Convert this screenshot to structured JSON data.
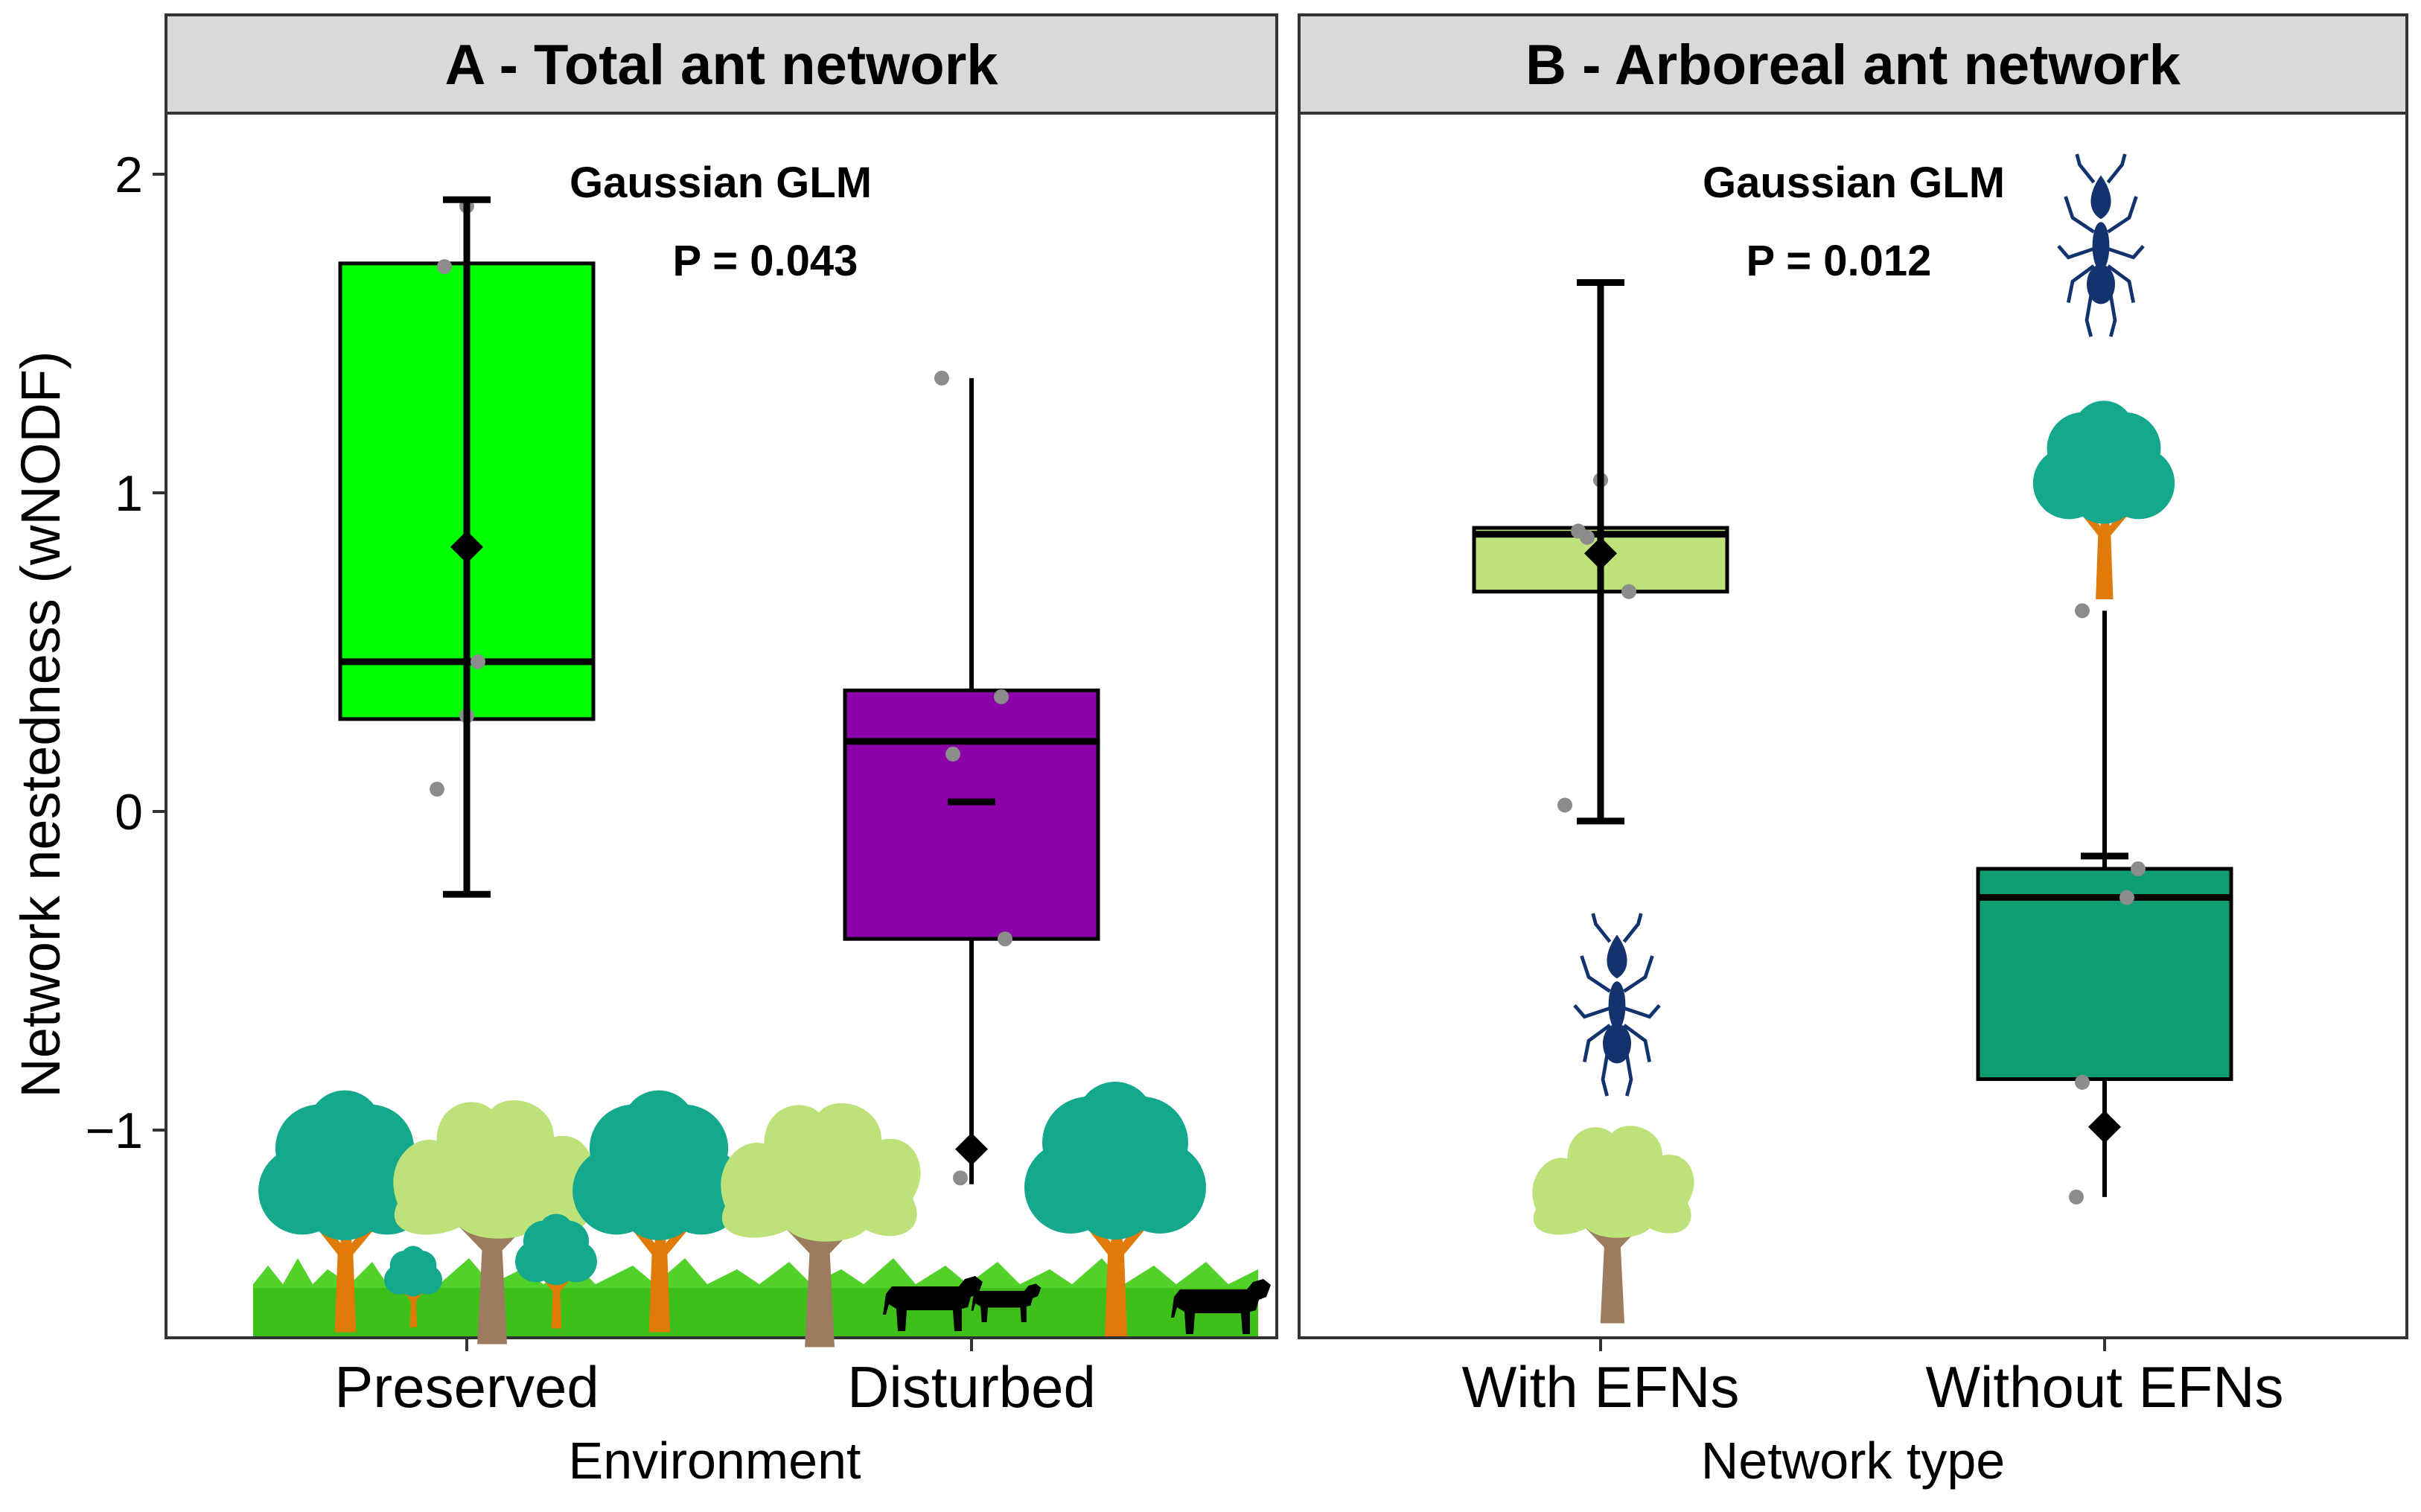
{
  "y_axis_label": "Network nestedness (wNODF)",
  "chart_data": [
    {
      "type": "box",
      "panel": "A - Total ant network",
      "xlabel": "Environment",
      "ylabel": "Network nestedness (wNODF)",
      "ylim": [
        -1.65,
        2.2
      ],
      "yticks": [
        -1,
        0,
        1,
        2
      ],
      "ytick_labels": [
        "−1",
        "0",
        "1",
        "2"
      ],
      "grid": false,
      "annotation": {
        "method": "Gaussian GLM",
        "p_value": "P = 0.043"
      },
      "categories": [
        "Preserved",
        "Disturbed"
      ],
      "boxes": [
        {
          "category": "Preserved",
          "fill": "#00ff00",
          "q1": 0.29,
          "median": 0.47,
          "q3": 1.72,
          "whisker_low": null,
          "whisker_high": null,
          "mean": 0.83,
          "error_bar": {
            "low": -0.26,
            "high": 1.92
          },
          "points": [
            1.71,
            0.47,
            0.3,
            0.07,
            1.9
          ]
        },
        {
          "category": "Disturbed",
          "fill": "#8b00a8",
          "q1": -0.4,
          "median": 0.22,
          "q3": 0.38,
          "whisker_low": -1.17,
          "whisker_high": 1.36,
          "mean": -1.06,
          "error_bar": {
            "low": 0.03,
            "high": 0.03
          },
          "points": [
            1.36,
            0.36,
            0.18,
            -0.4,
            -1.15
          ]
        }
      ],
      "illustrations": [
        "tree-icon",
        "bush-icon",
        "grass-icon",
        "cow-icon"
      ]
    },
    {
      "type": "box",
      "panel": "B - Arboreal ant network",
      "xlabel": "Network type",
      "ylabel": "Network nestedness (wNODF)",
      "ylim": [
        -1.65,
        2.2
      ],
      "yticks": [
        -1,
        0,
        1,
        2
      ],
      "grid": false,
      "annotation": {
        "method": "Gaussian GLM",
        "p_value": "P = 0.012"
      },
      "categories": [
        "With EFNs",
        "Without EFNs"
      ],
      "boxes": [
        {
          "category": "With EFNs",
          "fill": "#bde27a",
          "q1": 0.69,
          "median": 0.87,
          "q3": 0.89,
          "whisker_low": null,
          "whisker_high": null,
          "mean": 0.81,
          "error_bar": {
            "low": -0.03,
            "high": 1.66
          },
          "points": [
            1.04,
            0.88,
            0.86,
            0.69,
            0.02
          ]
        },
        {
          "category": "Without EFNs",
          "fill": "#0e9e72",
          "q1": -0.84,
          "median": -0.27,
          "q3": -0.18,
          "whisker_low": -1.21,
          "whisker_high": 0.63,
          "mean": -0.99,
          "error_bar": {
            "low": -0.14,
            "high": -0.14
          },
          "points": [
            0.63,
            -0.18,
            -0.27,
            -0.85,
            -1.21
          ]
        }
      ],
      "illustrations": [
        "ant-icon",
        "tree-icon"
      ]
    }
  ],
  "colors": {
    "strip_bg": "#d9d9d9",
    "point": "#8c8c8c",
    "tree_teal": "#14a88c",
    "tree_light": "#bde27a",
    "trunk_orange": "#e07b0a",
    "trunk_brown": "#9c7b5f",
    "grass": "#3fbf1a",
    "ant": "#13336e"
  }
}
